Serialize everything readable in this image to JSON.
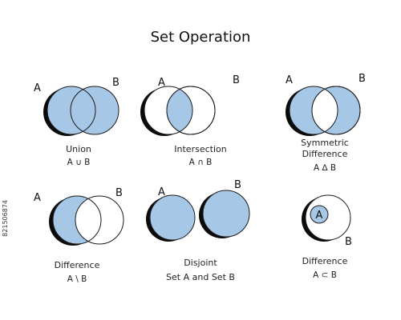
{
  "title": "Set Operation",
  "colors": {
    "fill": "#a7c7e7",
    "stroke": "#1a1a1a",
    "shadow": "#0a0a0a"
  },
  "panels": [
    {
      "name": "union",
      "label_lines": [
        "Union"
      ],
      "symbol": "A ∪ B",
      "set_a": "A",
      "set_b": "B"
    },
    {
      "name": "intersection",
      "label_lines": [
        "Intersection"
      ],
      "symbol": "A ∩ B",
      "set_a": "A",
      "set_b": "B"
    },
    {
      "name": "symmetric-difference",
      "label_lines": [
        "Symmetric",
        "Difference"
      ],
      "symbol": "A ∆ B",
      "set_a": "A",
      "set_b": "B"
    },
    {
      "name": "difference",
      "label_lines": [
        "Difference"
      ],
      "symbol": "A \\ B",
      "set_a": "A",
      "set_b": "B"
    },
    {
      "name": "disjoint",
      "label_lines": [
        "Disjoint",
        "Set A and Set B"
      ],
      "symbol": "",
      "set_a": "A",
      "set_b": "B"
    },
    {
      "name": "subset-difference",
      "label_lines": [
        "Difference"
      ],
      "symbol": "A ⊂ B",
      "set_a": "A",
      "set_b": "B"
    }
  ],
  "stock_id": "821506874"
}
